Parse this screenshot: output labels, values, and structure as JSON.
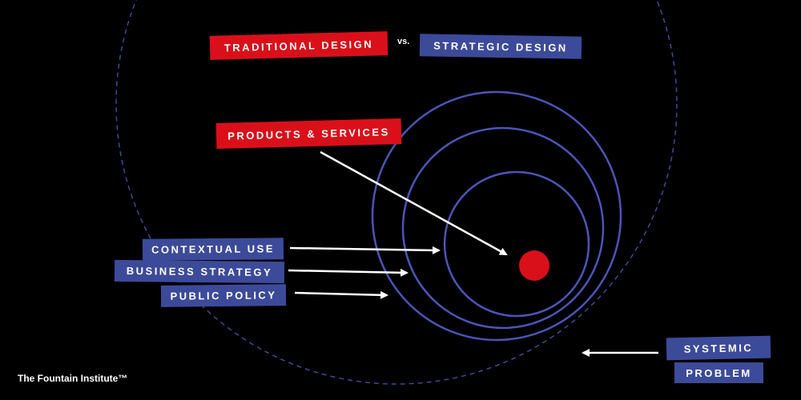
{
  "header": {
    "left_label": "TRADITIONAL DESIGN",
    "versus": "vs.",
    "right_label": "STRATEGIC DESIGN"
  },
  "labels": {
    "products_services": "PRODUCTS & SERVICES",
    "contextual_use": "CONTEXTUAL USE",
    "business_strategy": "BUSINESS STRATEGY",
    "public_policy": "PUBLIC POLICY",
    "systemic": "SYSTEMIC",
    "problem": "PROBLEM"
  },
  "footer": {
    "brand": "The Fountain Institute™"
  },
  "colors": {
    "background": "#000000",
    "red": "#d9101a",
    "blue": "#3c4a9a",
    "ring_stroke": "#4a55b8",
    "arrow": "#ffffff"
  }
}
